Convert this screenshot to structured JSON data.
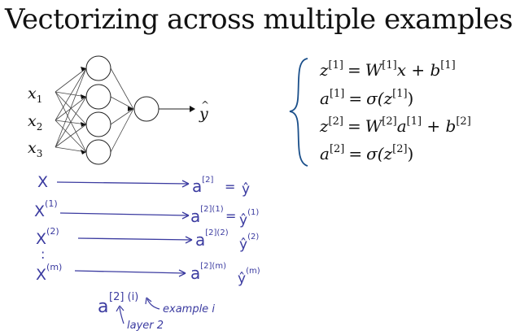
{
  "slide": {
    "title": "Vectorizing across multiple examples"
  },
  "network": {
    "inputs": [
      {
        "base": "x",
        "sub": "1"
      },
      {
        "base": "x",
        "sub": "2"
      },
      {
        "base": "x",
        "sub": "3"
      }
    ],
    "output": {
      "base": "y",
      "hat": "^"
    }
  },
  "equations": [
    {
      "lhs": "z",
      "lsup": "[1]",
      "eq": "=",
      "t1": "W",
      "t1sup": "[1]",
      "t2": "x + b",
      "t2sup": "[1]"
    },
    {
      "lhs": "a",
      "lsup": "[1]",
      "eq": "=",
      "rhs": "σ(z",
      "rsup": "[1]",
      "close": ")"
    },
    {
      "lhs": "z",
      "lsup": "[2]",
      "eq": "=",
      "t1": "W",
      "t1sup": "[2]",
      "t2": "a",
      "t2sup": "[1]",
      "t3": " + b",
      "t3sup": "[2]"
    },
    {
      "lhs": "a",
      "lsup": "[2]",
      "eq": "=",
      "rhs": "σ(z",
      "rsup": "[2]",
      "close": ")"
    }
  ],
  "handwriting": {
    "rows": [
      {
        "x": "X",
        "xsup": "",
        "a": "a",
        "asup": "[2]",
        "eq": "=",
        "yhat": "ŷ",
        "ysup": ""
      },
      {
        "x": "X",
        "xsup": "(1)",
        "a": "a",
        "asup": "[2](1)",
        "eq": "=",
        "yhat": "ŷ",
        "ysup": "(1)"
      },
      {
        "x": "X",
        "xsup": "(2)",
        "a": "a",
        "asup": "[2](2)",
        "eq": "",
        "yhat": "ŷ",
        "ysup": "(2)"
      },
      {
        "x": "X",
        "xsup": "(m)",
        "a": "a",
        "asup": "[2](m)",
        "eq": "",
        "yhat": "ŷ",
        "ysup": "(m)"
      }
    ],
    "dots": ":",
    "note": {
      "a": "a",
      "sup": "[2] (i)",
      "example_label": "example i",
      "layer_label": "layer 2"
    },
    "ink_color": "#3b3ba0"
  }
}
